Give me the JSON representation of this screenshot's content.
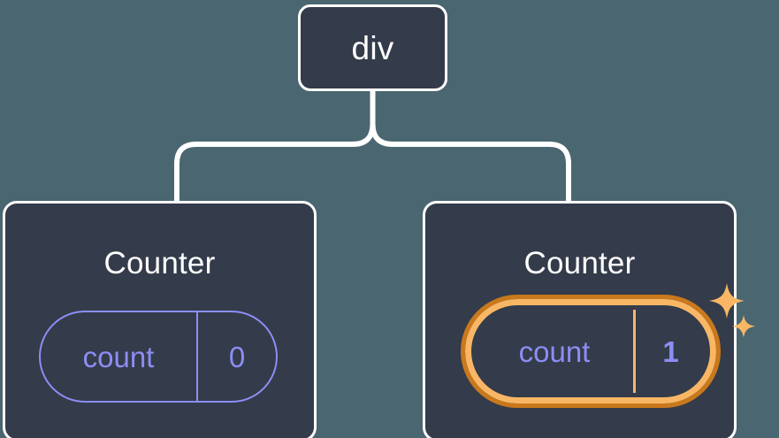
{
  "diagram": {
    "type": "component-tree",
    "background_color": "#4a6670",
    "node_fill_color": "#343b4a",
    "node_border_color": "#ffffff",
    "connector_color": "#ffffff",
    "state_accent_color": "#8b8ef5",
    "highlight_outer_color": "#c9791c",
    "highlight_inner_color": "#f9b765",
    "sparkle_color": "#f9b765"
  },
  "root": {
    "label": "div"
  },
  "children": [
    {
      "title": "Counter",
      "state": {
        "key": "count",
        "value": "0"
      },
      "highlighted": false,
      "sparkle": false
    },
    {
      "title": "Counter",
      "state": {
        "key": "count",
        "value": "1"
      },
      "highlighted": true,
      "sparkle": true
    }
  ]
}
